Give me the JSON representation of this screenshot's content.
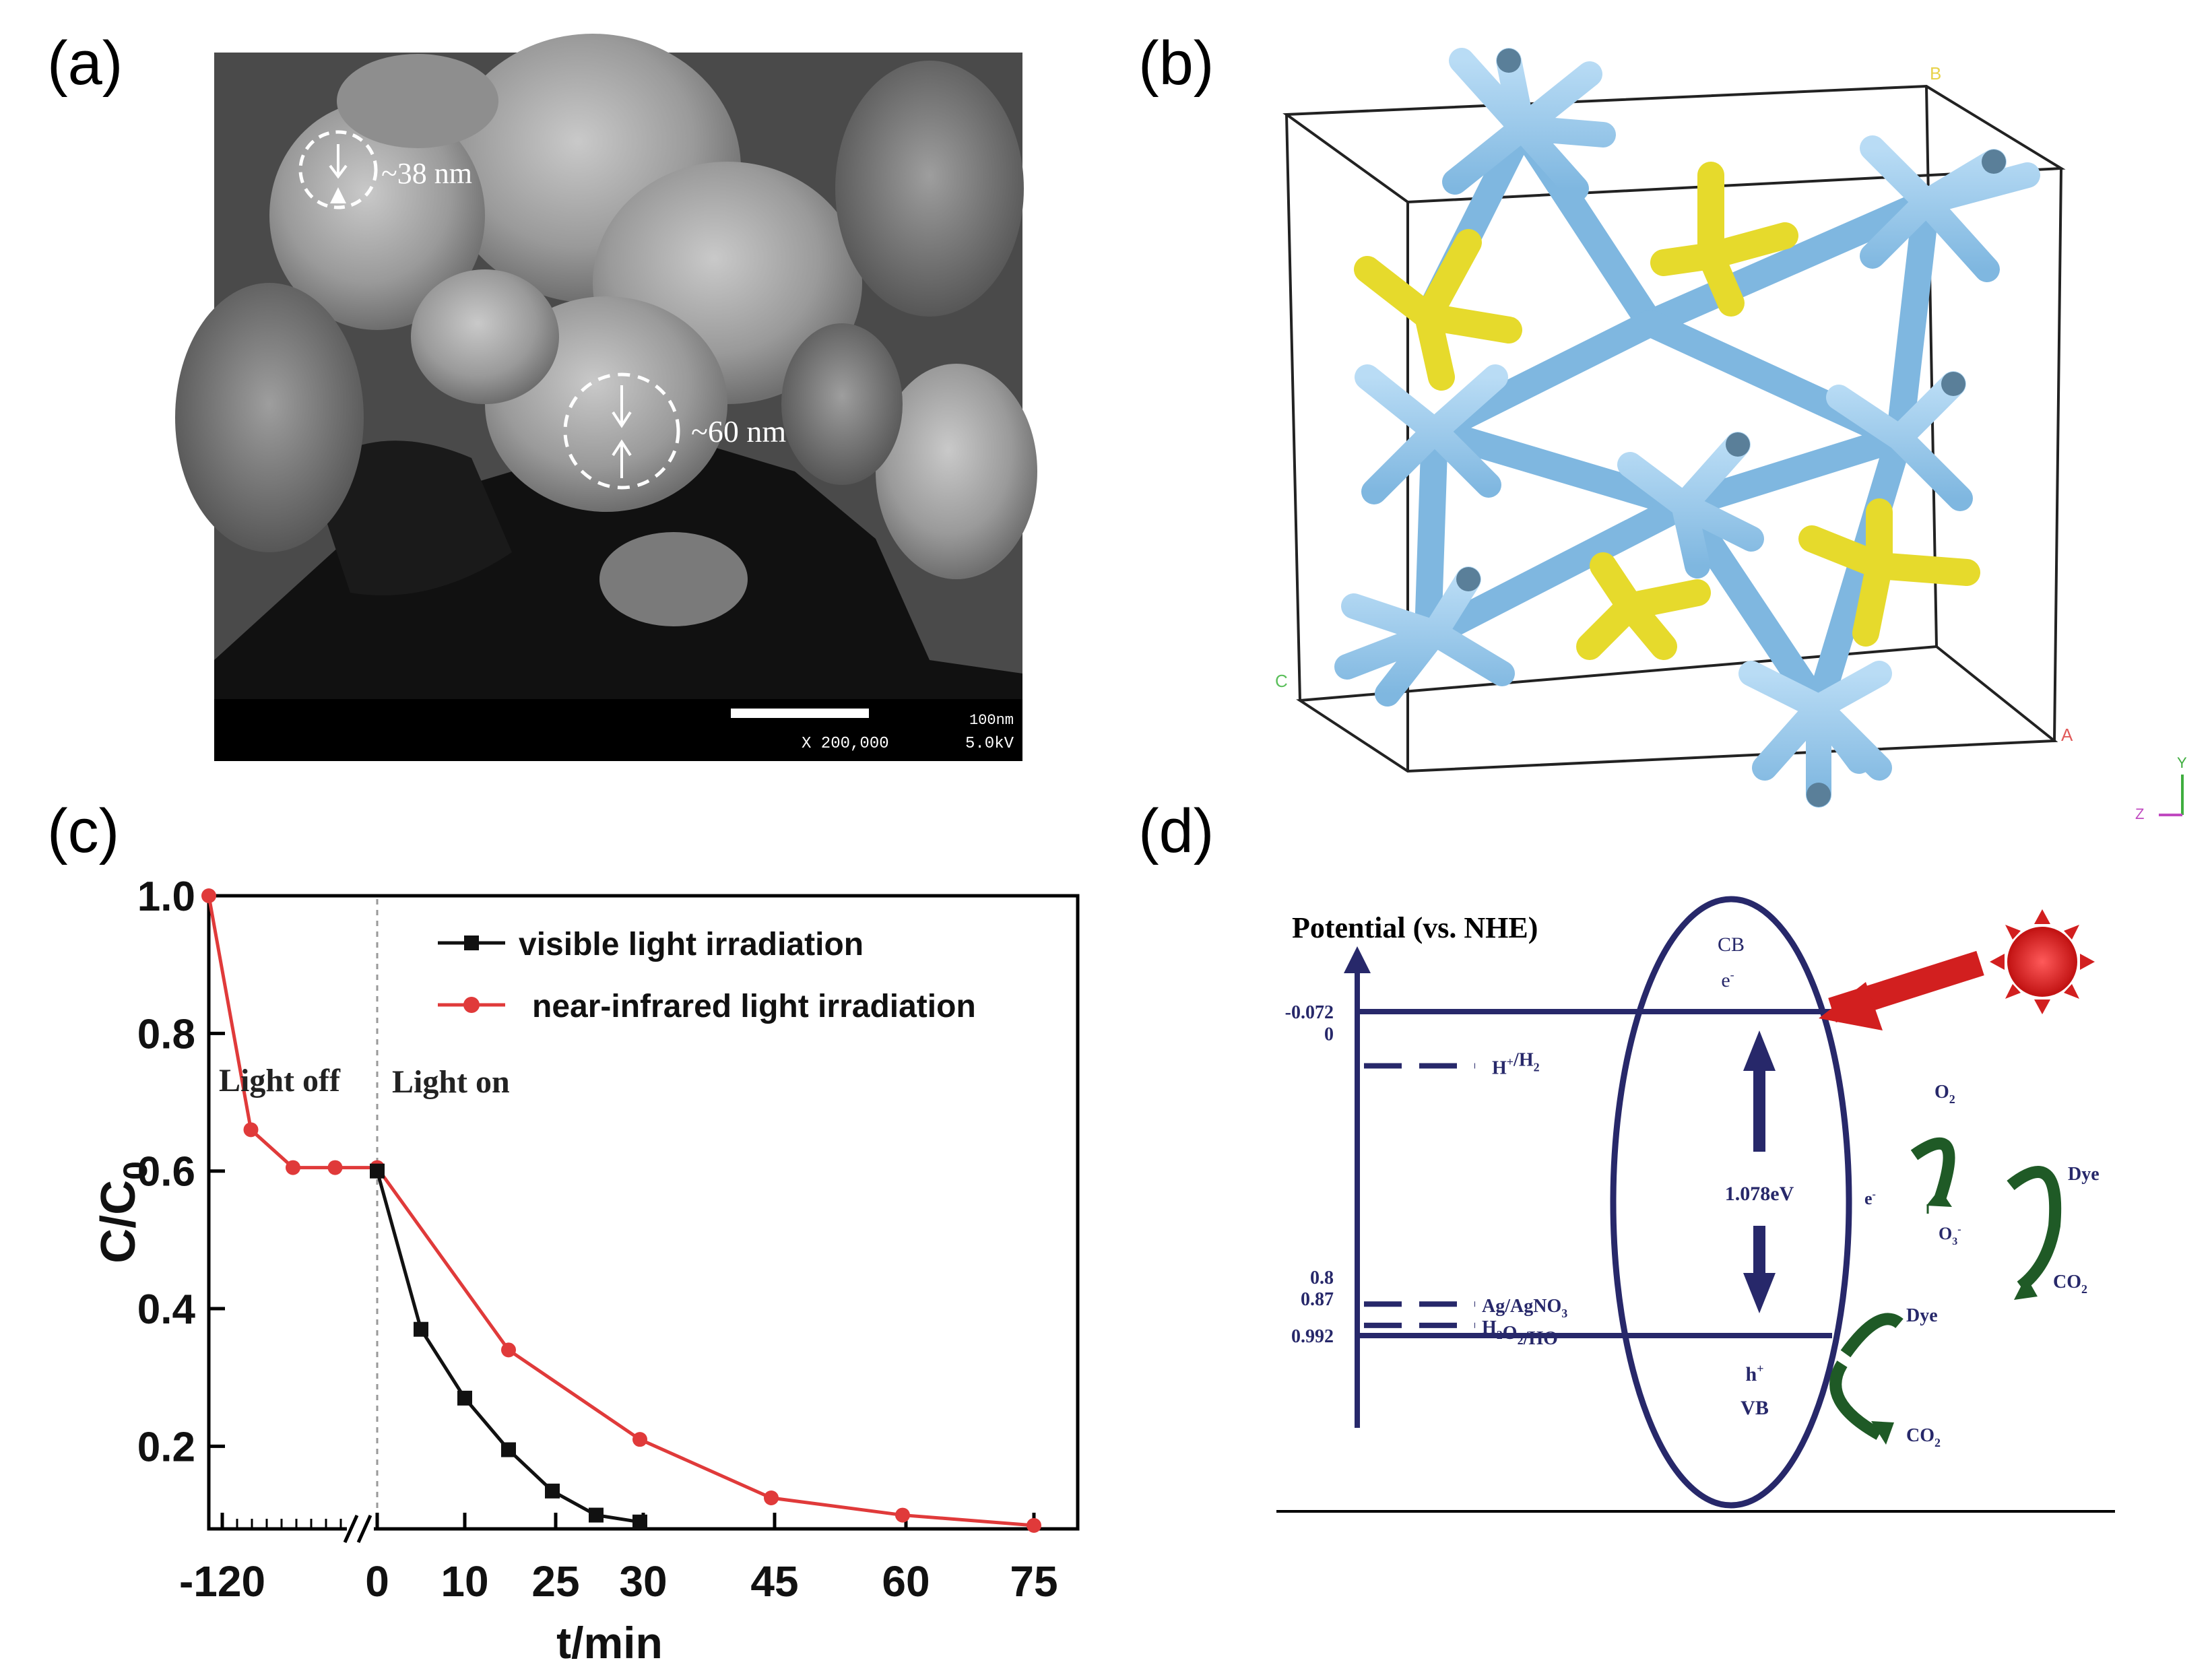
{
  "panels": {
    "a": {
      "label": "(a)",
      "ann1": "~38 nm",
      "ann2": "~60 nm",
      "scalebar_label": "100nm",
      "magnification": "X 200,000",
      "voltage": "5.0kV"
    },
    "b": {
      "label": "(b)",
      "axis_b": "B",
      "axis_a": "A",
      "axis_c": "C",
      "triad_y": "Y",
      "triad_z": "Z"
    },
    "c": {
      "label": "(c)"
    },
    "d": {
      "label": "(d)",
      "axis_title": "Potential (vs. NHE)",
      "levels": [
        {
          "value": "-0.072",
          "potential": -0.072,
          "kind": "band"
        },
        {
          "value": "0",
          "potential": 0,
          "kind": "redox",
          "label_main": "H",
          "label_sup": "+",
          "label_tail": "/H",
          "label_sub": "2"
        },
        {
          "value": "0.8",
          "potential": 0.8,
          "kind": "redox",
          "label_main": "Ag/AgNO",
          "label_sub": "3"
        },
        {
          "value": "0.87",
          "potential": 0.87,
          "kind": "redox",
          "label_main": "H",
          "label_sub": "2",
          "label_tail": "O",
          "label_sub2": "2",
          "label_tail2": "/HO"
        },
        {
          "value": "0.992",
          "potential": 0.992,
          "kind": "band"
        }
      ],
      "cb_label": "CB",
      "electron": "e",
      "electron_sup": "-",
      "gap": "1.078eV",
      "hole": "h",
      "hole_sup": "+",
      "vb_label": "VB",
      "o2": "O",
      "o2_sub": "2",
      "e_minus": "e",
      "e_minus_sup": "-",
      "o3": "O",
      "o3_sub": "3",
      "o3_sup": "-",
      "dye_1": "Dye",
      "co2_1": "CO",
      "co2_1_sub": "2",
      "dye_2": "Dye",
      "co2_2": "CO",
      "co2_2_sub": "2",
      "colors": {
        "diagram": "#27286a",
        "sun": "#d21f1f",
        "arrow": "#d21f1f",
        "curve": "#1f5a26"
      }
    }
  },
  "chart_data": {
    "type": "line",
    "xlabel": "t/min",
    "ylabel_main": "C/C",
    "ylabel_sub": "0",
    "x_ticks": [
      "-120",
      "0",
      "10",
      "25",
      "30",
      "45",
      "60",
      "75"
    ],
    "y_ticks": [
      "1.0",
      "0.8",
      "0.6",
      "0.4",
      "0.2"
    ],
    "ylim": [
      0.08,
      1.0
    ],
    "axis_break": "between -120 region and 0",
    "region_labels": [
      "Light off",
      "Light on"
    ],
    "legend_position": "top-right",
    "series": [
      {
        "name": "visible light irradiation",
        "color": "#111111",
        "marker": "square",
        "x": [
          0,
          5,
          10,
          15,
          20,
          25,
          30
        ],
        "y": [
          0.6,
          0.37,
          0.27,
          0.195,
          0.135,
          0.1,
          0.09
        ]
      },
      {
        "name": "near-infrared light irradiation",
        "color": "#e03a3a",
        "marker": "circle",
        "x": [
          -120,
          -90,
          -60,
          -30,
          0,
          15,
          30,
          45,
          60,
          75
        ],
        "y": [
          1.0,
          0.66,
          0.605,
          0.605,
          0.605,
          0.34,
          0.21,
          0.125,
          0.1,
          0.085
        ]
      }
    ]
  }
}
